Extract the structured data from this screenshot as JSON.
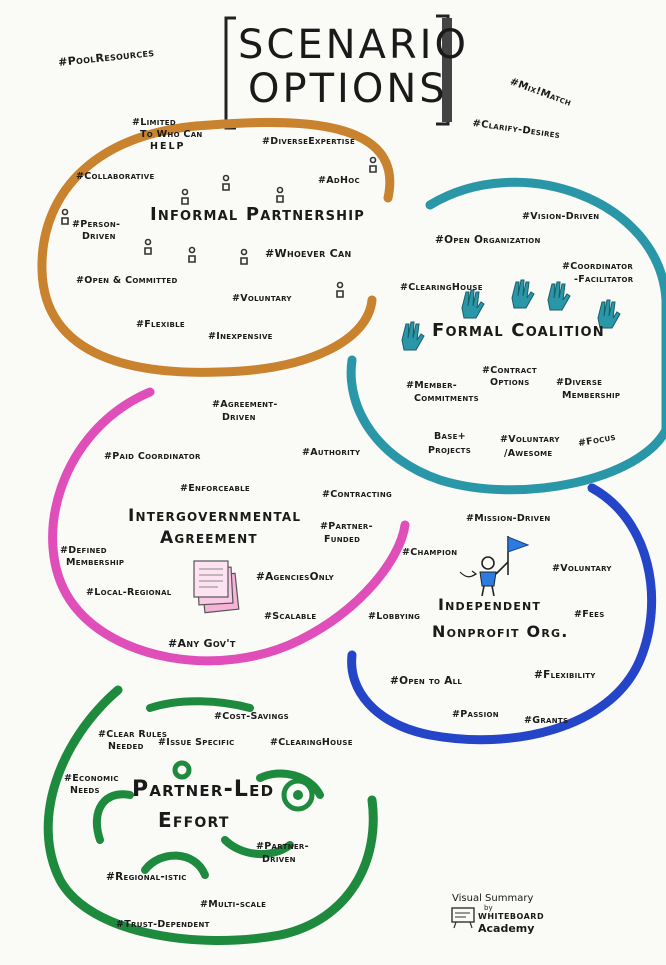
{
  "title": {
    "line1": "SCENARIO",
    "line2": "OPTIONS"
  },
  "corner_tags": {
    "pool_resources": "#PoolResources",
    "mix_match": "#Mix!Match",
    "clarify_desires": "#Clarify-Desires"
  },
  "informal": {
    "title": "Informal Partnership",
    "tags": {
      "limited_1": "#Limited",
      "limited_2": "To Who Can",
      "limited_3": "HELP",
      "diverse": "#DiverseExpertise",
      "collaborative": "#Collaborative",
      "adhoc": "#AdHoc",
      "person_1": "#Person-",
      "person_2": "Driven",
      "whoever": "#Whoever Can",
      "open": "#Open & Committed",
      "voluntary": "#Voluntary",
      "flexible": "#Flexible",
      "inexpensive": "#Inexpensive"
    },
    "color": "#c9822e"
  },
  "formal": {
    "title": "Formal Coalition",
    "tags": {
      "vision": "#Vision-Driven",
      "open_org": "#Open Organization",
      "coord_1": "#Coordinator",
      "coord_2": "-Facilitator",
      "clearing": "#ClearingHouse",
      "member_1": "#Member-",
      "member_2": "Commitments",
      "contract_1": "#Contract",
      "contract_2": "Options",
      "diverse_1": "#Diverse",
      "diverse_2": "Membership",
      "base_1": "Base+",
      "base_2": "Projects",
      "voluntary_1": "#Voluntary",
      "voluntary_2": "/Awesome",
      "focus": "#Focus"
    },
    "color": "#2a97a8"
  },
  "intergov": {
    "title_1": "Intergovernmental",
    "title_2": "Agreement",
    "tags": {
      "agreement_1": "#Agreement-",
      "agreement_2": "Driven",
      "paid": "#Paid Coordinator",
      "authority": "#Authority",
      "enforceable": "#Enforceable",
      "contracting": "#Contracting",
      "partner_1": "#Partner-",
      "partner_2": "Funded",
      "defined_1": "#Defined",
      "defined_2": "Membership",
      "agencies": "#AgenciesOnly",
      "local": "#Local-Regional",
      "scalable": "#Scalable",
      "anygov": "#Any Gov't"
    },
    "color": "#e04fb9"
  },
  "nonprofit": {
    "title_1": "Independent",
    "title_2": "Nonprofit Org.",
    "tags": {
      "mission": "#Mission-Driven",
      "champion": "#Champion",
      "voluntary": "#Voluntary",
      "lobbying": "#Lobbying",
      "fees": "#Fees",
      "open": "#Open to All",
      "flexibility": "#Flexibility",
      "passion": "#Passion",
      "grants": "#Grants"
    },
    "color": "#2445c8"
  },
  "partner": {
    "title_1": "Partner-Led",
    "title_2": "Effort",
    "tags": {
      "cost": "#Cost-Savings",
      "clear_1": "#Clear Rules",
      "clear_2": "Needed",
      "issue": "#Issue Specific",
      "clearing": "#ClearingHouse",
      "econ_1": "#Economic",
      "econ_2": "Needs",
      "pdriven_1": "#Partner-",
      "pdriven_2": "Driven",
      "regional": "#Regional-istic",
      "multi": "#Multi-scale",
      "trust": "#Trust-Dependent"
    },
    "color": "#1e8a3d"
  },
  "footer": {
    "visual_summary": "Visual Summary",
    "by": "by",
    "brand_1": "WHITEBOARD",
    "brand_2": "Academy"
  }
}
